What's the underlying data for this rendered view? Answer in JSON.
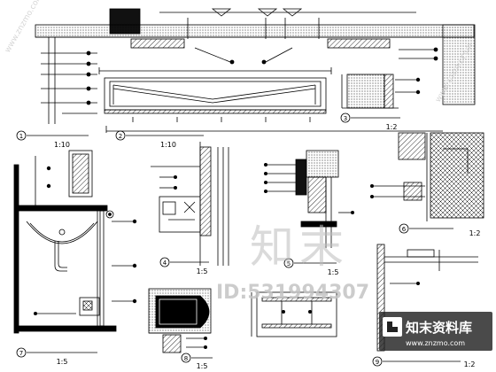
{
  "watermark": {
    "main": "知末",
    "id_text": "ID:531994307",
    "side_url": "www.znzmo.com"
  },
  "brand": {
    "name": "知末资料库",
    "url": "www.znzmo.com"
  },
  "details": [
    {
      "num": "1",
      "scale": "1:10"
    },
    {
      "num": "2",
      "scale": "1:10"
    },
    {
      "num": "3",
      "scale": "1:2"
    },
    {
      "num": "4",
      "scale": "1:5"
    },
    {
      "num": "5",
      "scale": "1:5"
    },
    {
      "num": "6",
      "scale": "1:2"
    },
    {
      "num": "7",
      "scale": "1:5"
    },
    {
      "num": "8",
      "scale": "1:5"
    },
    {
      "num": "9",
      "scale": "1:2"
    }
  ]
}
